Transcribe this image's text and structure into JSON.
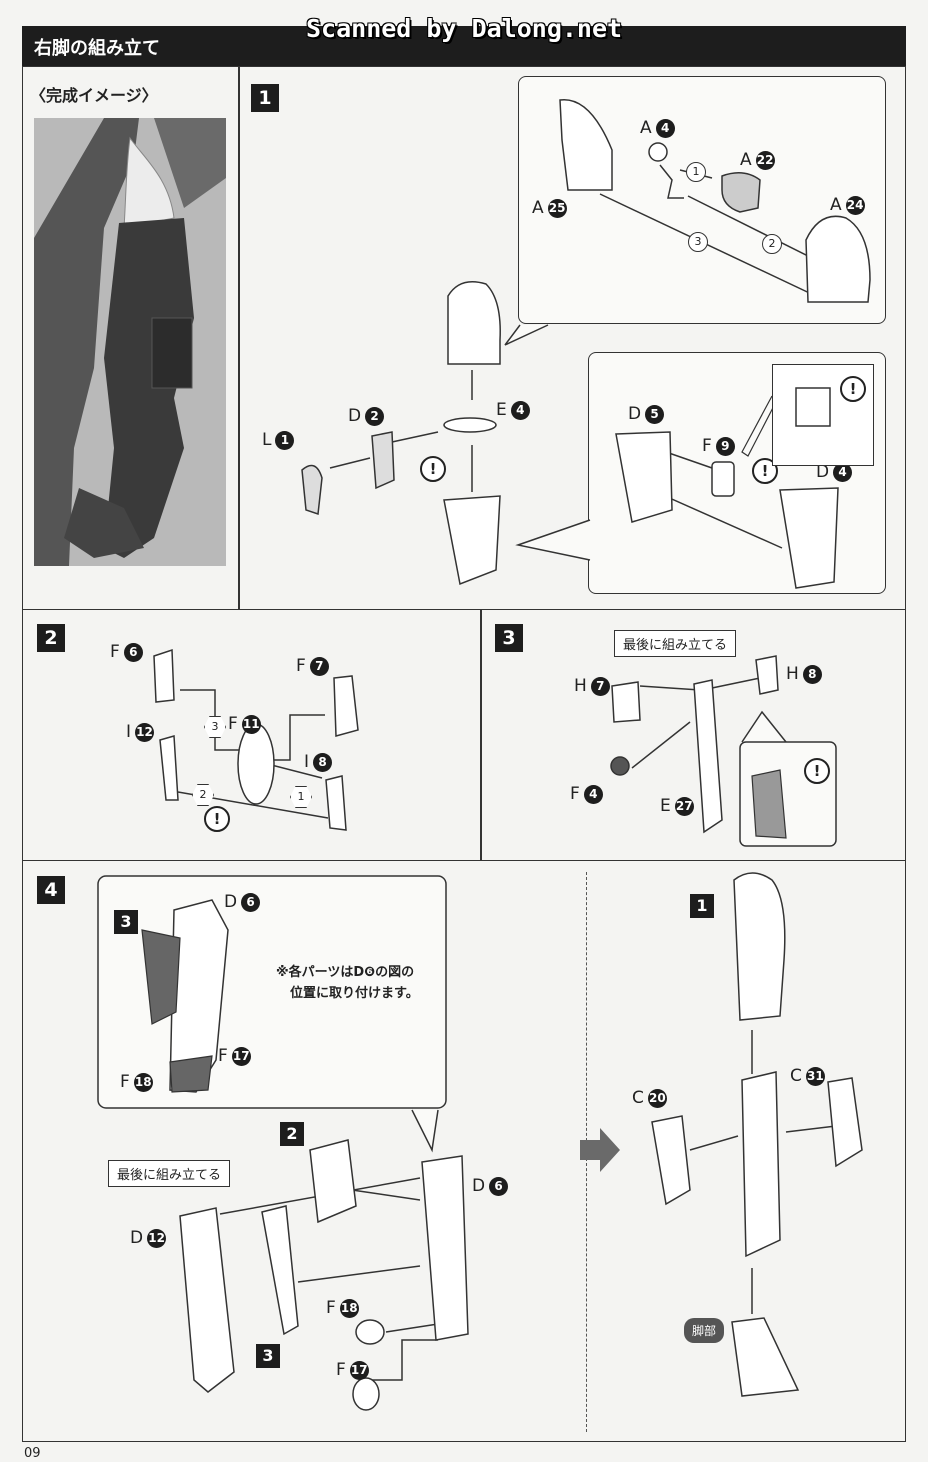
{
  "header": {
    "title": "右脚の組み立て",
    "watermark": "Scanned by Dalong.net"
  },
  "preview": {
    "label": "〈完成イメージ〉"
  },
  "step1": {
    "number": "1",
    "labels": {
      "a4": "A",
      "a4_n": "4",
      "a22": "A",
      "a22_n": "22",
      "a25": "A",
      "a25_n": "25",
      "a24": "A",
      "a24_n": "24",
      "d2": "D",
      "d2_n": "2",
      "e4": "E",
      "e4_n": "4",
      "l1": "L",
      "l1_n": "1",
      "d5": "D",
      "d5_n": "5",
      "f9": "F",
      "f9_n": "9",
      "d4": "D",
      "d4_n": "4"
    },
    "order": [
      "1",
      "2",
      "3"
    ]
  },
  "step2": {
    "number": "2",
    "labels": {
      "f6": "F",
      "f6_n": "6",
      "f7": "F",
      "f7_n": "7",
      "f11": "F",
      "f11_n": "11",
      "i12": "I",
      "i12_n": "12",
      "i8": "I",
      "i8_n": "8"
    },
    "order": [
      "3",
      "2",
      "1"
    ]
  },
  "step3": {
    "number": "3",
    "last_note": "最後に組み立てる",
    "labels": {
      "h7": "H",
      "h7_n": "7",
      "h8": "H",
      "h8_n": "8",
      "f4": "F",
      "f4_n": "4",
      "e27": "E",
      "e27_n": "27"
    }
  },
  "step4": {
    "number": "4",
    "note_line1": "※各パーツはD❻の図の",
    "note_line2": "位置に取り付けます。",
    "last_note": "最後に組み立てる",
    "sub_steps": [
      "3",
      "2",
      "3"
    ],
    "labels": {
      "d6a": "D",
      "d6a_n": "6",
      "f17a": "F",
      "f17a_n": "17",
      "f18a": "F",
      "f18a_n": "18",
      "d6b": "D",
      "d6b_n": "6",
      "d12": "D",
      "d12_n": "12",
      "f18b": "F",
      "f18b_n": "18",
      "f17b": "F",
      "f17b_n": "17"
    }
  },
  "final": {
    "step_ref": "1",
    "leg_label": "脚部",
    "labels": {
      "c20": "C",
      "c20_n": "20",
      "c31": "C",
      "c31_n": "31"
    }
  },
  "footer": {
    "page_number": "09"
  }
}
